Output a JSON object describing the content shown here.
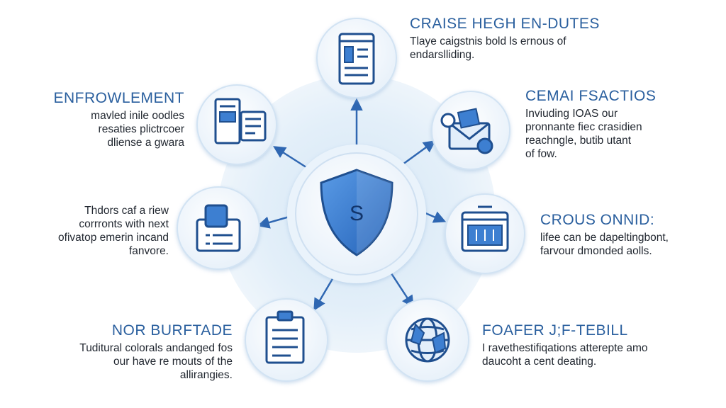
{
  "center": {
    "icon": "shield-icon",
    "glyph": "S"
  },
  "nodes": [
    {
      "id": "top",
      "icon": "document-icon",
      "title": "CRAISE HEGH EN-DUTES",
      "body": "Tlaye caigstnis bold ls ernous of\nendarslliding."
    },
    {
      "id": "right-upper",
      "icon": "mail-coins-icon",
      "title": "CEMAI FSACTIOS",
      "body": "Inviuding IOAS our\npronnante fiec crasidien\nreachngle, butib utant\nof fow."
    },
    {
      "id": "right-middle",
      "icon": "terminal-icon",
      "title": "CROUS ONNID:",
      "body": "lifee can be dapeltingbont,\nfarvour dmonded aolls."
    },
    {
      "id": "right-lower",
      "icon": "globe-icon",
      "title": "FOAFER J;F-TEBILL",
      "body": "I ravethestifiqations atterepte amo\ndaucoht a cent deating."
    },
    {
      "id": "left-lower",
      "icon": "notepad-icon",
      "title": "NOR BURFTADE",
      "body": "Tuditural colorals andanged fos\nour have re mouts of the\nallirangies."
    },
    {
      "id": "left-middle",
      "icon": "security-card-icon",
      "title": "",
      "body": "Thdors caf a riew\ncorrronts with next\nofivatop emerin incand\nfanvore."
    },
    {
      "id": "left-upper",
      "icon": "devices-icon",
      "title": "ENFROWLEMENT",
      "body": "mavled inile oodles\nresaties plictrcoer\ndliense a gwara"
    }
  ],
  "colors": {
    "primary": "#2a5f9e",
    "icon_stroke": "#1f4f8f",
    "accent": "#3d7fd1",
    "halo": "#e4eff9",
    "node_fill": "#f2f7fc",
    "arrow": "#2f67b2",
    "text": "#222831"
  }
}
